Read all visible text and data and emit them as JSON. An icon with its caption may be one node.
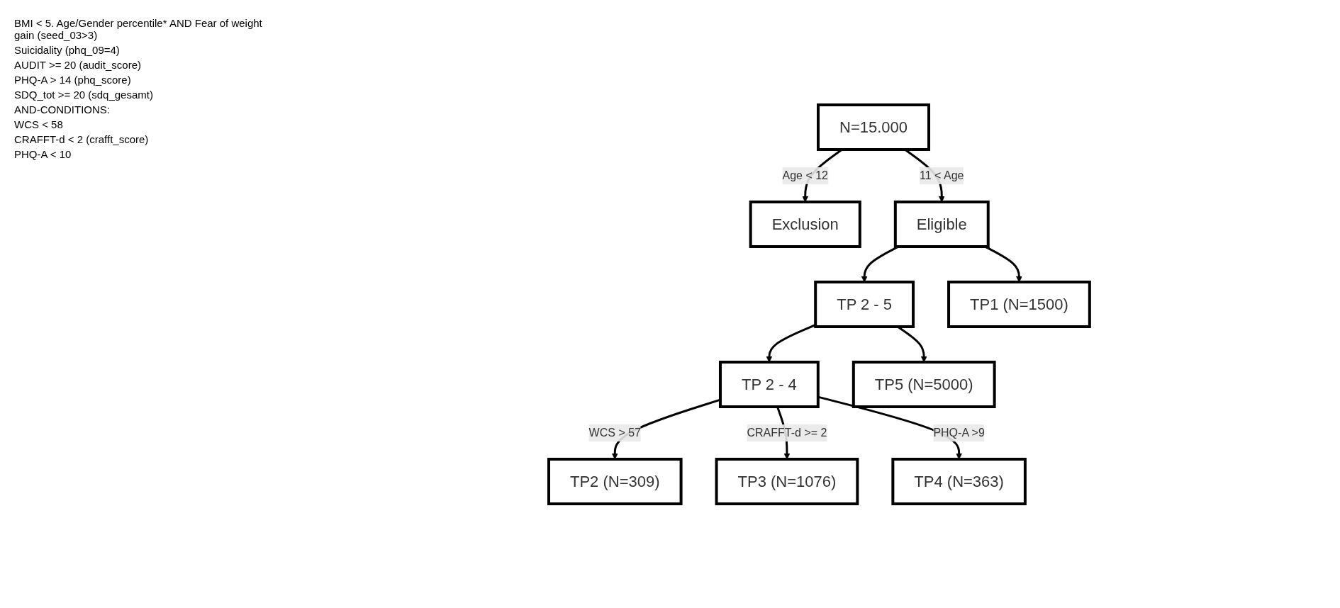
{
  "diagram": {
    "nodes": [
      {
        "text": [
          "N=15.000"
        ]
      },
      {
        "text": [
          "Exclusion"
        ]
      },
      {
        "text": [
          "Eligible"
        ]
      },
      {
        "text": [
          "TP 2 - 5"
        ]
      },
      {
        "text": [
          "TP 2 - 4"
        ]
      },
      {
        "text": [
          "TP1 (N=1500)"
        ]
      },
      {
        "text": [
          "TP5 (N=5000)"
        ]
      },
      {
        "text": [
          "TP2 (N=309)"
        ]
      },
      {
        "text": [
          "TP3 (N=1076)"
        ]
      },
      {
        "text": [
          "TP4 (N=363)"
        ]
      }
    ],
    "edges": [
      {
        "from": 0,
        "to": 1,
        "arrow": "to",
        "label": "Age < 12"
      },
      {
        "from": 0,
        "to": 2,
        "arrow": "to",
        "label": "11 < Age"
      },
      {
        "from": 2,
        "to": 5,
        "arrow": "to"
      },
      {
        "from": 2,
        "to": 3,
        "arrow": "to"
      },
      {
        "from": 3,
        "to": 6,
        "arrow": "to"
      },
      {
        "from": 3,
        "to": 4,
        "arrow": "to"
      },
      {
        "from": 4,
        "to": 7,
        "arrow": "to",
        "label": "WCS > 57"
      },
      {
        "from": 4,
        "to": 8,
        "arrow": "to",
        "label": "CRAFFT-d >= 2"
      },
      {
        "from": 4,
        "to": 9,
        "arrow": "to",
        "label": "PHQ-A >9"
      }
    ],
    "labels": [
      "BMI < 5. Age/Gender percentile* AND Fear of weight gain (seed_03>3)",
      "Suicidality (phq_09=4)",
      "AUDIT >= 20 (audit_score)",
      "PHQ-A > 14 (phq_score)",
      "SDQ_tot >= 20 (sdq_gesamt)",
      "AND-CONDITIONS:",
      "WCS < 58",
      "CRAFFT-d < 2 (crafft_score)",
      "PHQ-A < 10"
    ]
  }
}
